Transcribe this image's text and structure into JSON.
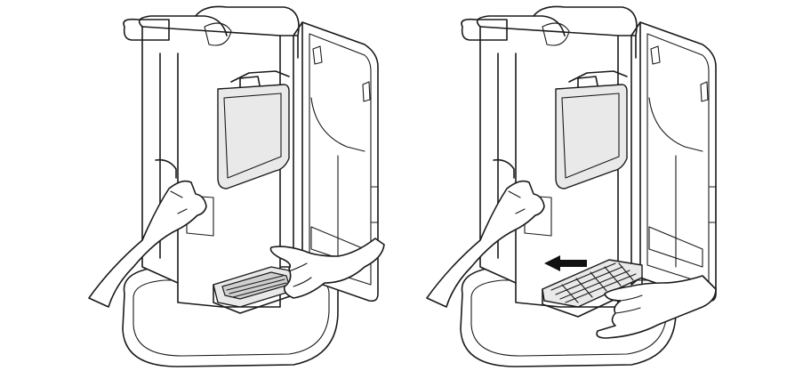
{
  "figure": {
    "panels": [
      {
        "step": "open-door-lift-tray",
        "has_arrow": false
      },
      {
        "step": "slide-filter-out",
        "has_arrow": true,
        "arrow_direction": "left"
      }
    ],
    "colors": {
      "line": "#1a1a1a",
      "background": "#ffffff",
      "shade": "#e9e9e9"
    }
  }
}
